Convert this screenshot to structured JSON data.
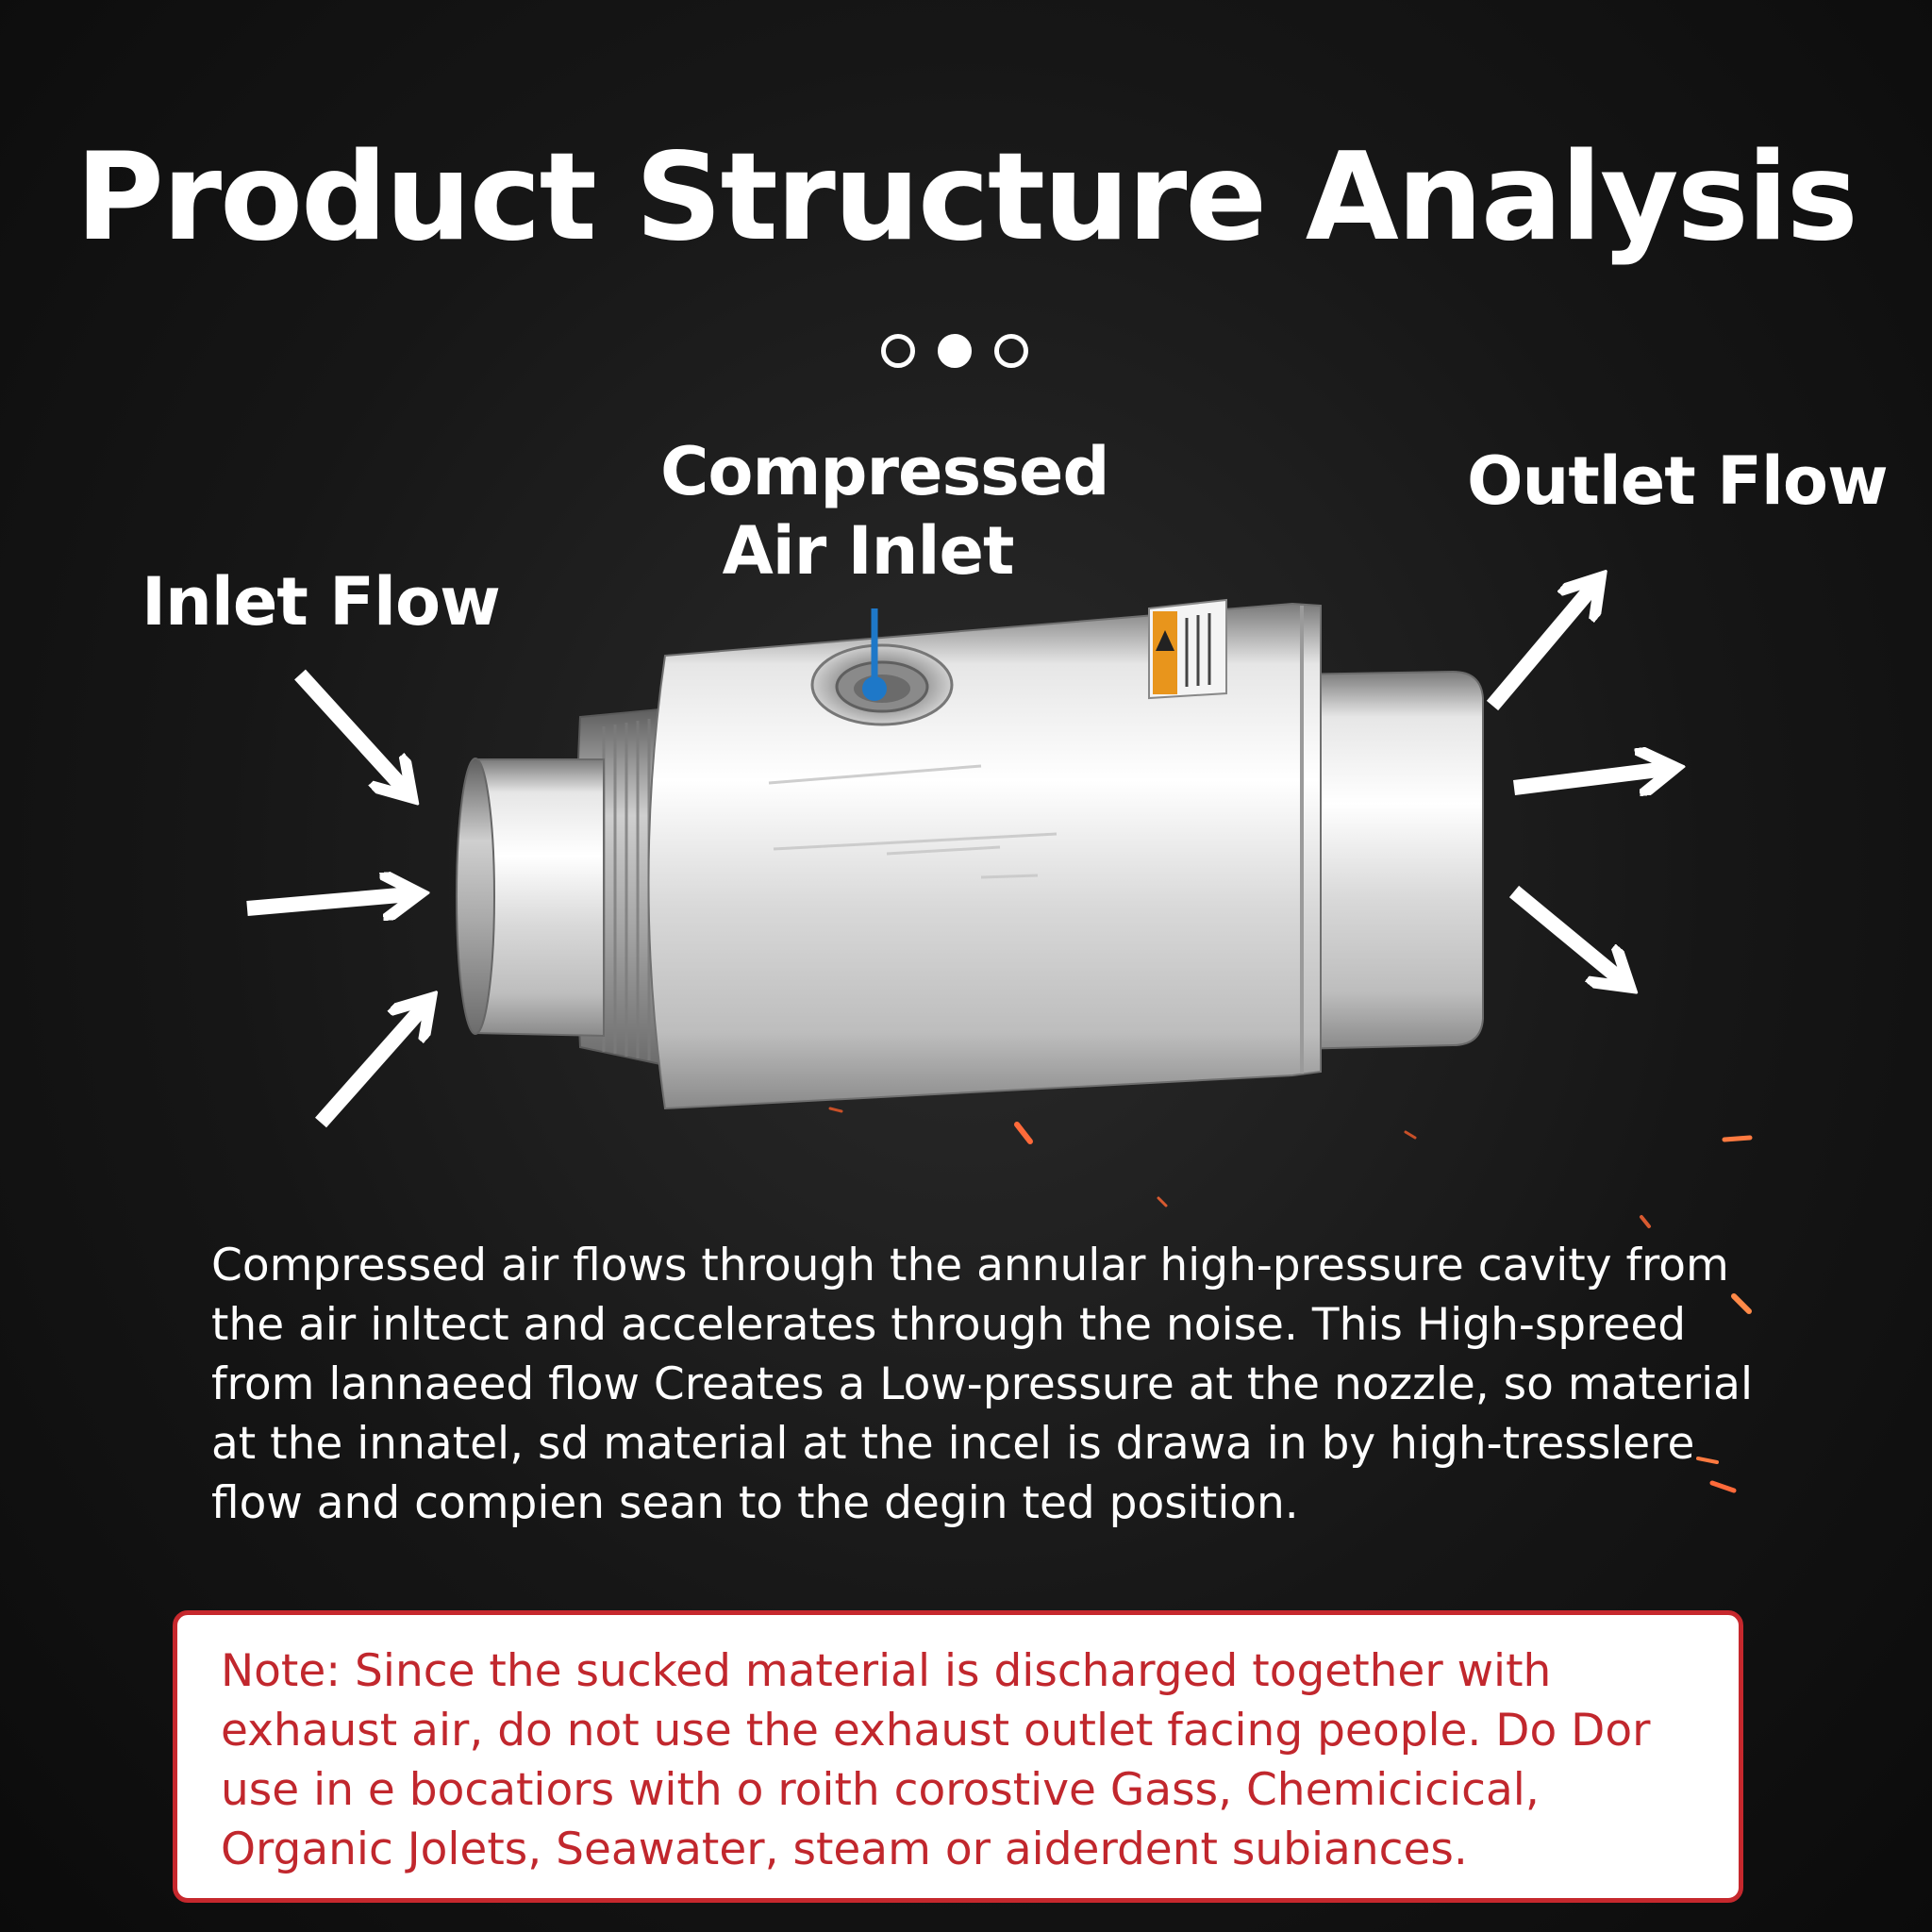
{
  "header": {
    "title": "Product Structure Analysis",
    "pager": {
      "count": 3,
      "active_index": 1
    }
  },
  "labels": {
    "inlet_flow": "Inlet Flow",
    "compressed_air_inlet": [
      "Compressed",
      "Air Inlet"
    ],
    "outlet_flow": "Outlet Flow"
  },
  "description": "Compressed air flows through the annular high-pressure cavity from the air inltect and accelerates through the noise. This High-spreed from lannaeed flow Creates a Low-pressure at the nozzle, so material at the innatel, sd material at the incel is drawa in by high-tresslere flow and compien sean to the degin ted position.",
  "note": {
    "lead": "Note:",
    "text": "Since the sucked material is discharged together with exhaust air, do not use the exhaust outlet facing people. Do Dor use in e bocatiors with o roith corostive Gass, Chemicicical, Organic Jolets, Seawater, steam or aiderdent subiances."
  },
  "colors": {
    "background": "#141414",
    "text": "#ffffff",
    "note_accent": "#c6282d",
    "marker_blue": "#1e78c8",
    "warning_orange": "#e8951c"
  },
  "icons": [
    "inlet-arrow-icon",
    "outlet-arrow-icon",
    "pager-dot-icon",
    "warning-triangle-icon"
  ]
}
